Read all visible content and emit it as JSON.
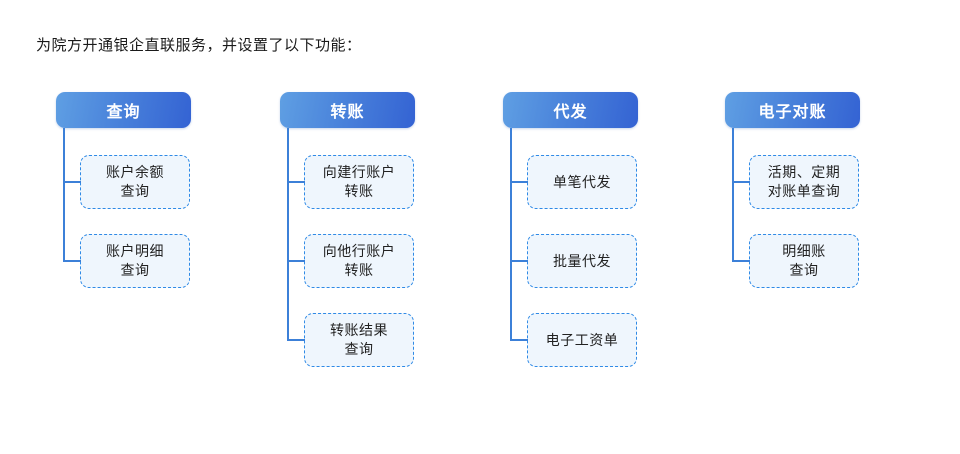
{
  "title": "为院方开通银企直联服务，并设置了以下功能：",
  "colors": {
    "header_gradient_start": "#5f9fe3",
    "header_gradient_end": "#3463d3",
    "connector": "#3c80d8",
    "child_border": "#2f8ae6",
    "child_background": "#eff6fd",
    "header_text": "#ffffff",
    "body_text": "#222222"
  },
  "columns": [
    {
      "header": "查询",
      "children": [
        "账户余额\n查询",
        "账户明细\n查询"
      ]
    },
    {
      "header": "转账",
      "children": [
        "向建行账户\n转账",
        "向他行账户\n转账",
        "转账结果\n查询"
      ]
    },
    {
      "header": "代发",
      "children": [
        "单笔代发",
        "批量代发",
        "电子工资单"
      ]
    },
    {
      "header": "电子对账",
      "children": [
        "活期、定期\n对账单查询",
        "明细账\n查询"
      ]
    }
  ]
}
